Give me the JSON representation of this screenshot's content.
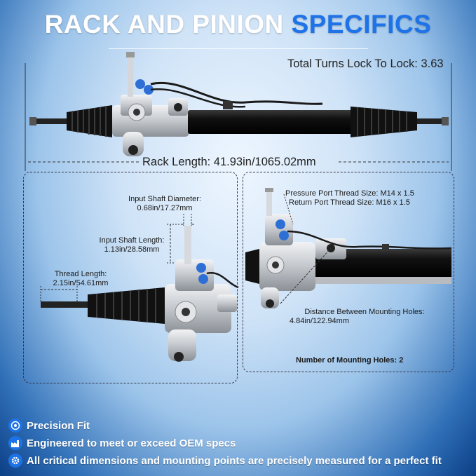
{
  "header": {
    "title_main": "RACK AND PINION",
    "title_accent": "SPECIFICS"
  },
  "specs": {
    "total_turns": "Total Turns Lock To Lock: 3.63",
    "rack_length": "Rack Length: 41.93in/1065.02mm"
  },
  "left_panel": {
    "input_shaft_diameter_label": "Input Shaft Diameter:",
    "input_shaft_diameter_value": "0.68in/17.27mm",
    "input_shaft_length_label": "Input Shaft Length:",
    "input_shaft_length_value": "1.13in/28.58mm",
    "thread_length_label": "Thread Length:",
    "thread_length_value": "2.15in/54.61mm"
  },
  "right_panel": {
    "pressure_port": "Pressure Port Thread Size: M14 x 1.5",
    "return_port": "Return Port Thread Size: M16 x 1.5",
    "distance_label": "Distance Between Mounting Holes:",
    "distance_value": "4.84in/122.94mm",
    "mounting_holes": "Number of Mounting Holes: 2"
  },
  "features": [
    {
      "icon": "target-icon",
      "text": "Precision Fit"
    },
    {
      "icon": "factory-icon",
      "text": "Engineered to meet or exceed OEM specs"
    },
    {
      "icon": "gear-icon",
      "text": "All critical dimensions and mounting points are precisely measured for a perfect fit"
    }
  ],
  "colors": {
    "accent_blue": "#1e73e8",
    "background_dark_blue": "#0c3f86",
    "rack_black": "#0d0d0d",
    "housing_silver": "#c9ccd0"
  }
}
